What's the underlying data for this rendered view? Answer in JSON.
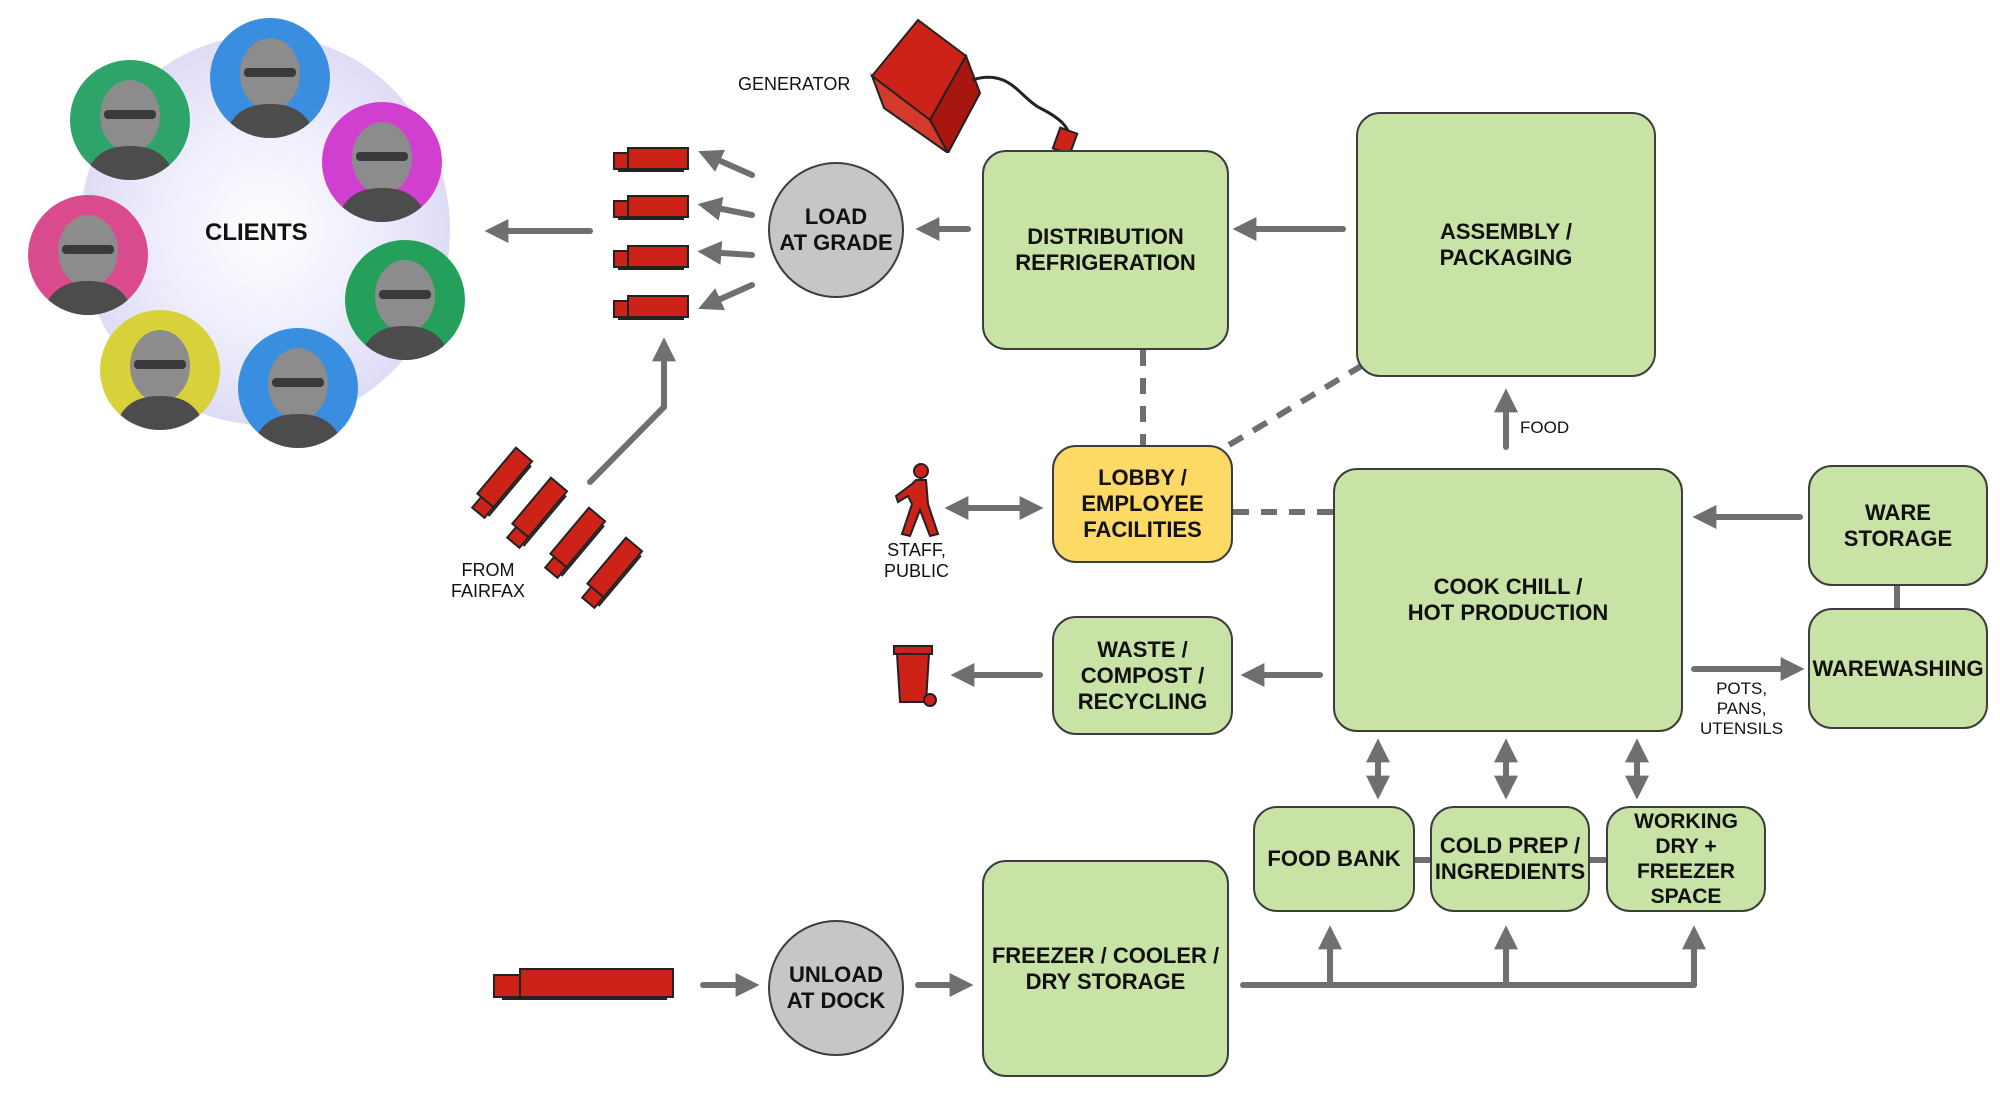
{
  "colors": {
    "box_fill": "#c9e3a6",
    "lobby_fill": "#fdd966",
    "circle_fill": "#c6c6c8",
    "arrow": "#6f6f6f",
    "truck_red": "#cc2218",
    "clients_hub": "#cfcaf2"
  },
  "clients": {
    "label": "CLIENTS",
    "portrait_backgrounds": [
      "#2ea36a",
      "#3a8ee0",
      "#d13fd1",
      "#d94b8c",
      "#24a05a",
      "#d7d23a",
      "#3a8ee0"
    ]
  },
  "generator": {
    "label": "GENERATOR",
    "icon": "generator-icon"
  },
  "nodes": {
    "load_at_grade": "LOAD\nAT GRADE",
    "distribution_refrigeration": "DISTRIBUTION\nREFRIGERATION",
    "assembly_packaging": "ASSEMBLY /\nPACKAGING",
    "lobby": "LOBBY /\nEMPLOYEE\nFACILITIES",
    "cook_chill": "COOK CHILL /\nHOT PRODUCTION",
    "ware_storage": "WARE\nSTORAGE",
    "warewashing": "WAREWASHING",
    "waste": "WASTE /\nCOMPOST /\nRECYCLING",
    "food_bank": "FOOD BANK",
    "cold_prep": "COLD PREP /\nINGREDIENTS",
    "working_dry": "WORKING\nDRY +\nFREEZER\nSPACE",
    "unload_at_dock": "UNLOAD\nAT DOCK",
    "freezer_cooler": "FREEZER / COOLER /\nDRY STORAGE"
  },
  "labels": {
    "food": "FOOD",
    "staff_public": "STAFF,\nPUBLIC",
    "from_fairfax": "FROM\nFAIRFAX",
    "pots_pans": "POTS,\nPANS,\nUTENSILS"
  },
  "icons": {
    "walker": "walking-person-icon",
    "bin": "trash-bin-icon",
    "truck": "truck-icon",
    "van": "delivery-van-icon",
    "plug": "power-plug-icon"
  }
}
